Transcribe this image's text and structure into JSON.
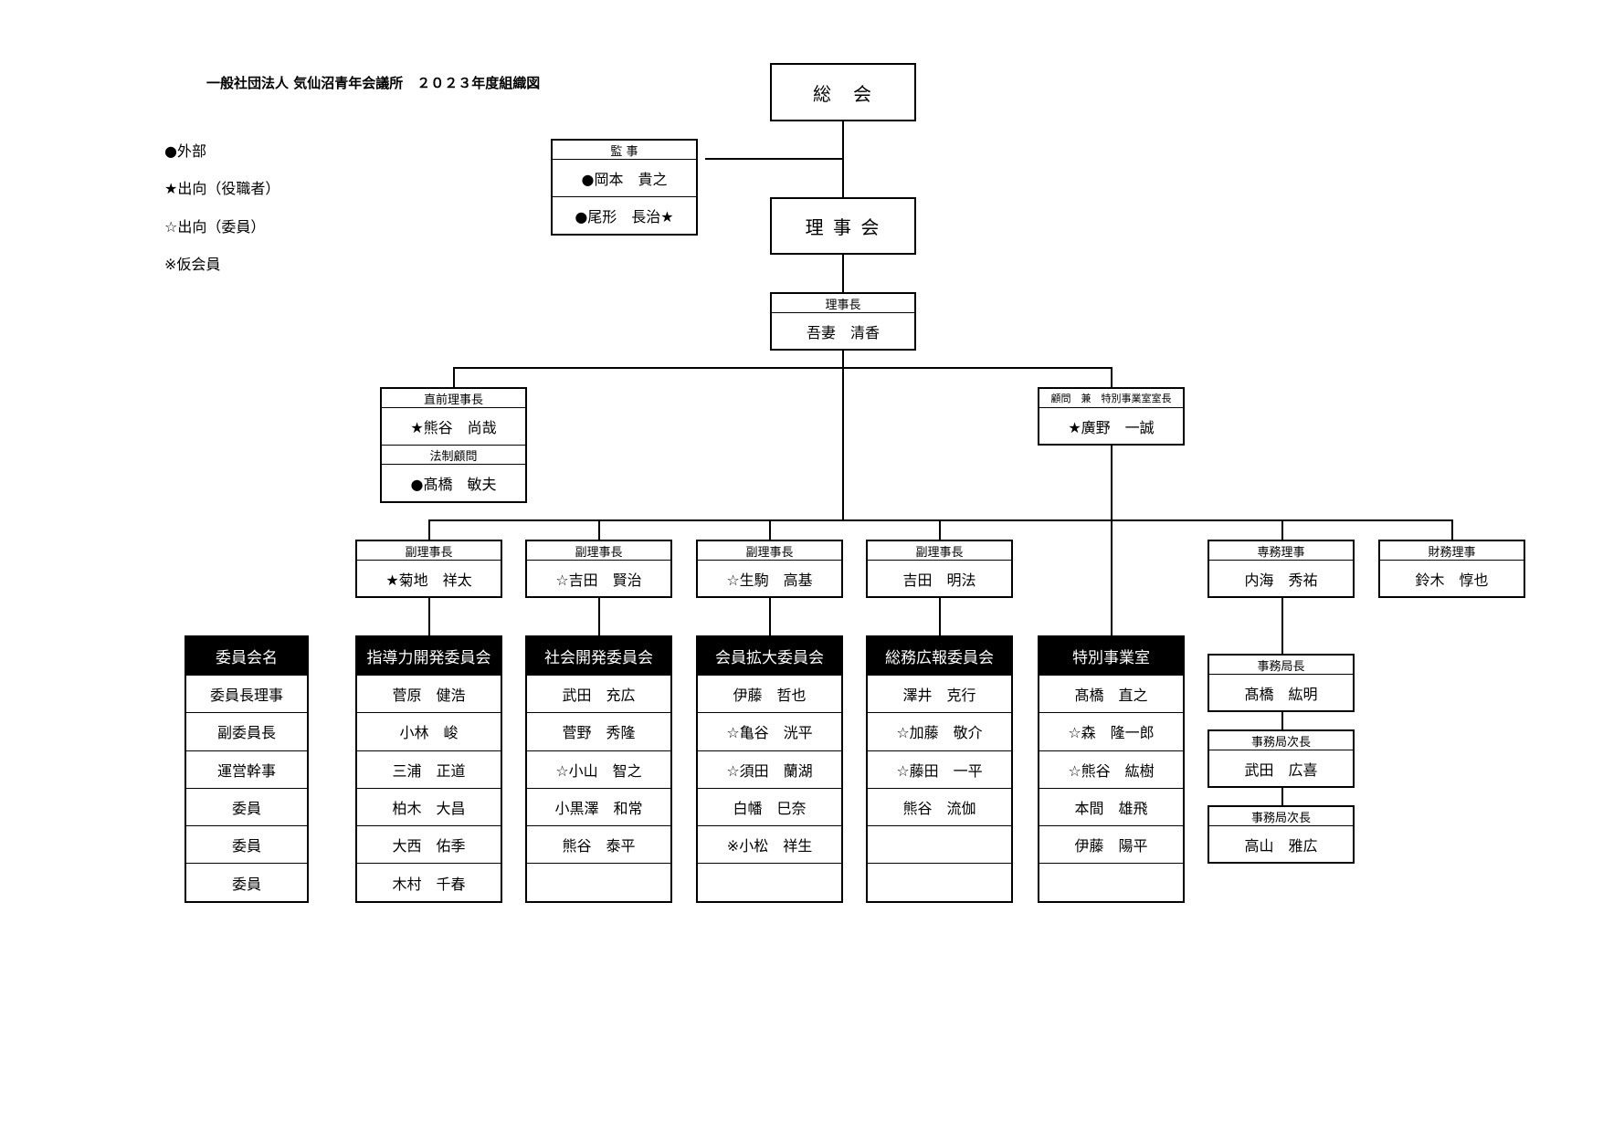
{
  "title": "一般社団法人 気仙沼青年会議所　２０２３年度組織図",
  "legend": [
    "●外部",
    "★出向（役職者）",
    "☆出向（委員）",
    "※仮会員"
  ],
  "soukai": "総　会",
  "kanji": {
    "header": "監 事",
    "names": [
      "●岡本　貴之",
      "●尾形　長治★"
    ]
  },
  "rijikai": "理 事 会",
  "rijichou": {
    "header": "理事長",
    "name": "吾妻　清香"
  },
  "chokuzen": {
    "header": "直前理事長",
    "name": "★熊谷　尚哉",
    "header2": "法制顧問",
    "name2": "●髙橋　敏夫"
  },
  "komon": {
    "header": "顧問　兼　特別事業室室長",
    "name": "★廣野　一誠"
  },
  "fukurijichou": [
    {
      "header": "副理事長",
      "name": "★菊地　祥太"
    },
    {
      "header": "副理事長",
      "name": "☆吉田　賢治"
    },
    {
      "header": "副理事長",
      "name": "☆生駒　高基"
    },
    {
      "header": "副理事長",
      "name": "吉田　明法"
    }
  ],
  "senmu": {
    "header": "専務理事",
    "name": "内海　秀祐"
  },
  "zaimu": {
    "header": "財務理事",
    "name": "鈴木　惇也"
  },
  "committees": [
    {
      "title": "委員会名",
      "members": [
        "委員長理事",
        "副委員長",
        "運営幹事",
        "委員",
        "委員",
        "委員"
      ]
    },
    {
      "title": "指導力開発委員会",
      "members": [
        "菅原　健浩",
        "小林　峻",
        "三浦　正道",
        "柏木　大昌",
        "大西　佑季",
        "木村　千春"
      ]
    },
    {
      "title": "社会開発委員会",
      "members": [
        "武田　充広",
        "菅野　秀隆",
        "☆小山　智之",
        "小黒澤　和常",
        "熊谷　泰平",
        ""
      ]
    },
    {
      "title": "会員拡大委員会",
      "members": [
        "伊藤　哲也",
        "☆亀谷　洸平",
        "☆須田　蘭湖",
        "白幡　巳奈",
        "※小松　祥生",
        ""
      ]
    },
    {
      "title": "総務広報委員会",
      "members": [
        "澤井　克行",
        "☆加藤　敬介",
        "☆藤田　一平",
        "熊谷　流伽",
        "",
        ""
      ]
    },
    {
      "title": "特別事業室",
      "members": [
        "髙橋　直之",
        "☆森　隆一郎",
        "☆熊谷　紘樹",
        "本間　雄飛",
        "伊藤　陽平",
        ""
      ]
    }
  ],
  "jimukyoku": [
    {
      "header": "事務局長",
      "name": "髙橋　紘明"
    },
    {
      "header": "事務局次長",
      "name": "武田　広喜"
    },
    {
      "header": "事務局次長",
      "name": "高山　雅広"
    }
  ]
}
